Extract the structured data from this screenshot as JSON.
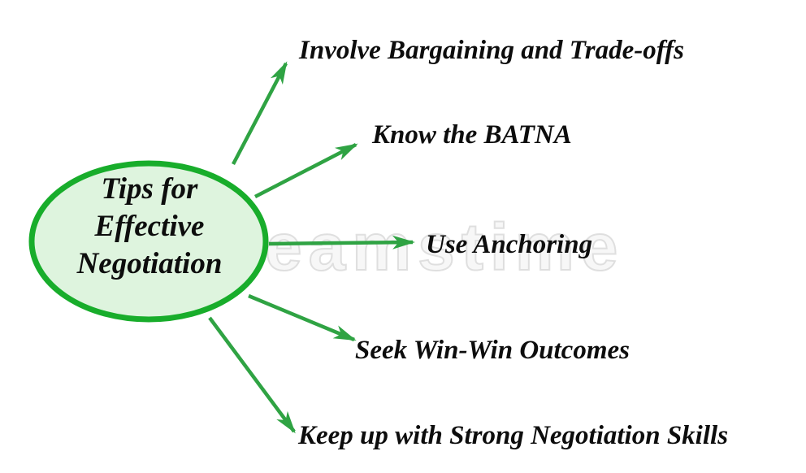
{
  "title": "Tips for Effective Negotiation",
  "center": {
    "line1": "Tips for",
    "line2": "Effective",
    "line3": "Negotiation"
  },
  "tips": [
    {
      "label": "Involve Bargaining and Trade-offs"
    },
    {
      "label": "Know the BATNA"
    },
    {
      "label": "Use Anchoring"
    },
    {
      "label": "Seek Win-Win Outcomes"
    },
    {
      "label": "Keep up with Strong Negotiation Skills"
    }
  ],
  "watermark": {
    "text": "dreamstime"
  },
  "colors": {
    "arrow_green": "#2fa343",
    "ellipse_border": "#18ad2b",
    "ellipse_fill": "#def4de",
    "text_black": "#0d0d0d"
  }
}
